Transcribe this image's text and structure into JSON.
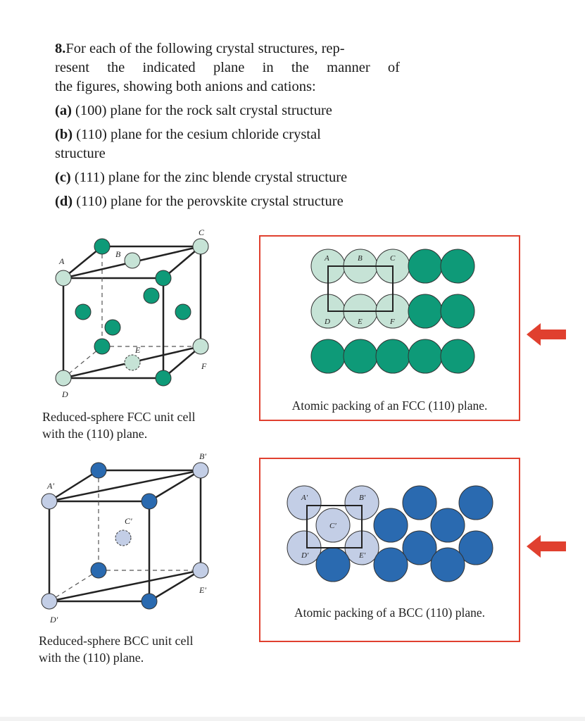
{
  "problem": {
    "number": "8.",
    "intro_line1": "For each of the following crystal structures, rep-",
    "intro_line2": "resent the indicated plane in the manner of",
    "intro_line3": "the figures, showing both anions and cations:",
    "parts": [
      {
        "label": "(a)",
        "text": "(100) plane for the rock salt crystal structure"
      },
      {
        "label": "(b)",
        "text": "(110) plane for the cesium chloride crystal",
        "text2": "structure"
      },
      {
        "label": "(c)",
        "text": "(111) plane for the zinc blende crystal structure"
      },
      {
        "label": "(d)",
        "text": "(110) plane for the perovskite crystal structure"
      }
    ]
  },
  "fcc": {
    "caption_line1": "Reduced-sphere FCC unit cell",
    "caption_line2": "with the (110) plane.",
    "cube_labels": {
      "A": "A",
      "B": "B",
      "C": "C",
      "D": "D",
      "E": "E",
      "F": "F"
    },
    "packing_caption": "Atomic packing of an FCC (110) plane.",
    "packing_labels": {
      "A": "A",
      "B": "B",
      "C": "C",
      "D": "D",
      "E": "E",
      "F": "F"
    }
  },
  "bcc": {
    "caption_line1": "Reduced-sphere BCC unit cell",
    "caption_line2": "with the (110) plane.",
    "cube_labels": {
      "A": "A′",
      "B": "B′",
      "C": "C′",
      "D": "D′",
      "E": "E′"
    },
    "packing_caption": "Atomic packing of a BCC (110) plane.",
    "packing_labels": {
      "A": "A′",
      "B": "B′",
      "C": "C′",
      "D": "D′",
      "E": "E′"
    }
  },
  "colors": {
    "fcc_dark": "#0e9a78",
    "fcc_light": "#c6e3d6",
    "bcc_dark": "#2a6ab0",
    "bcc_light": "#c3cee6",
    "highlight": "#e0402f"
  }
}
